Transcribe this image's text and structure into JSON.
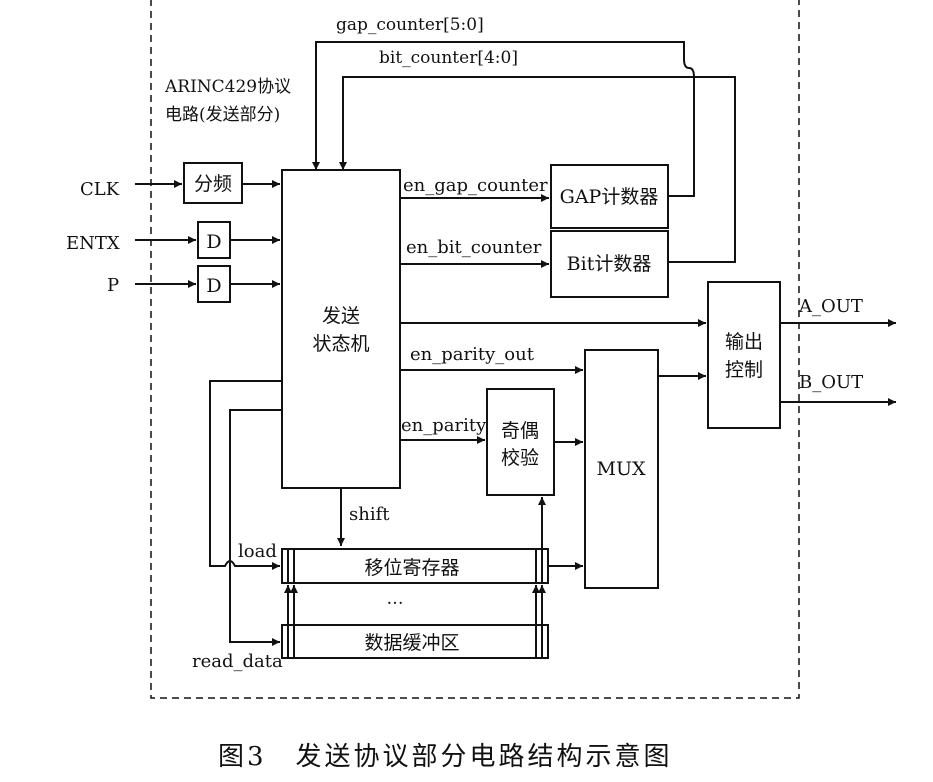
{
  "frame_label": [
    "ARINC429协议",
    "电路(发送部分)"
  ],
  "buses": {
    "gap_counter": "gap_counter[5:0]",
    "bit_counter": "bit_counter[4:0]"
  },
  "inputs": {
    "clk": "CLK",
    "entx": "ENTX",
    "p": "P"
  },
  "blocks": {
    "divider": "分频",
    "dff1": "D",
    "dff2": "D",
    "fsm": [
      "发送",
      "状态机"
    ],
    "gap_counter": "GAP计数器",
    "bit_counter": "Bit计数器",
    "output_ctrl": [
      "输出",
      "控制"
    ],
    "mux": "MUX",
    "parity": [
      "奇偶",
      "校验"
    ],
    "shift_register": "移位寄存器",
    "data_buffer": "数据缓冲区"
  },
  "signals": {
    "en_gap_counter": "en_gap_counter",
    "en_bit_counter": "en_bit_counter",
    "en_parity_out": "en_parity_out",
    "en_parity": "en_parity",
    "shift": "shift",
    "load": "load",
    "read_data": "read_data",
    "ellipsis": "…"
  },
  "outputs": {
    "a_out": "A_OUT",
    "b_out": "B_OUT"
  },
  "caption": "图3　发送协议部分电路结构示意图"
}
